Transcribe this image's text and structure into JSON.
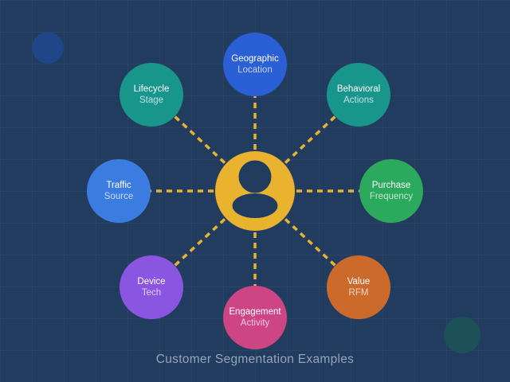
{
  "title": "Customer Segmentation Examples",
  "background": {
    "color": "#213C5F",
    "grid_color": "rgba(255,255,255,0.045)"
  },
  "connector": {
    "color": "#E8B331",
    "style": "dashed"
  },
  "center": {
    "icon": "person-icon",
    "color": "#E9B330",
    "silhouette_color": "#213C5F"
  },
  "nodes": [
    {
      "id": "geographic",
      "line1": "Geographic",
      "line2": "Location",
      "color": "#2A5FD6"
    },
    {
      "id": "behavioral",
      "line1": "Behavioral",
      "line2": "Actions",
      "color": "#18968C"
    },
    {
      "id": "purchase",
      "line1": "Purchase",
      "line2": "Frequency",
      "color": "#2BA95C"
    },
    {
      "id": "value",
      "line1": "Value",
      "line2": "RFM",
      "color": "#CC6A2B"
    },
    {
      "id": "engagement",
      "line1": "Engagement",
      "line2": "Activity",
      "color": "#CE4586"
    },
    {
      "id": "device",
      "line1": "Device",
      "line2": "Tech",
      "color": "#8A55E0"
    },
    {
      "id": "traffic",
      "line1": "Traffic",
      "line2": "Source",
      "color": "#3B7CE0"
    },
    {
      "id": "lifecycle",
      "line1": "Lifecycle",
      "line2": "Stage",
      "color": "#18968C"
    }
  ],
  "decorations": [
    {
      "id": "top-left-dot",
      "color": "#1F4687"
    },
    {
      "id": "bottom-right-dot",
      "color": "#1D5158"
    }
  ]
}
